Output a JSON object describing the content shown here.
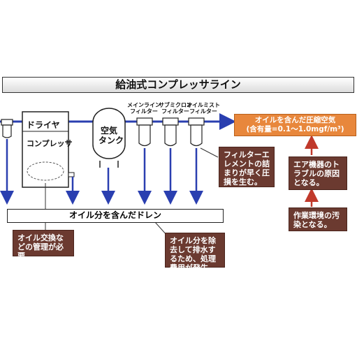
{
  "title": "給油式コンプレッサライン",
  "dryer": "ドライヤ",
  "compressor": "コンプレッサ",
  "tank": {
    "line1": "空気",
    "line2": "タンク"
  },
  "filters": {
    "main_line1": "メインライン",
    "main_line2": "フィルター",
    "submicron_line1": "サブミクロン",
    "submicron_line2": "フィルター",
    "oilmist_line1": "オイルミスト",
    "oilmist_line2": "フィルター"
  },
  "output": {
    "line1": "オイルを含んだ圧縮空気",
    "line2": "(含有量=0.1～1.0mgf/m³)"
  },
  "drain": "オイル分を含んだドレン",
  "callouts": {
    "oil_change": "オイル交換などの管理が必要。",
    "filter_element": "フィルターエレメントの詰まりが早く圧損を生む。",
    "oil_removal": "オイル分を除去して排水するため、処理費用が発生。"
  },
  "right_notes": {
    "air_trouble": "エア機器のトラブルの原因となる。",
    "pollution": "作業環境の汚染となる。"
  },
  "colors": {
    "pipe": "#2a3fb0",
    "callout_brown": "#6b3a30",
    "accent_orange": "#e8873c",
    "note_red": "#c0392b"
  }
}
